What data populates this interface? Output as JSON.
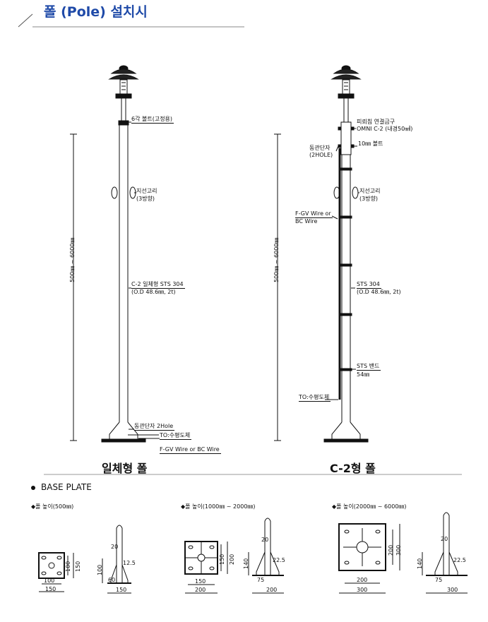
{
  "header": {
    "title": "폴 (Pole) 설치시"
  },
  "left_pole": {
    "caption": "일체형 폴",
    "height_range": "500㎜ ~ 6000㎜",
    "labels": {
      "bolt": "6각 볼트(고정용)",
      "guy_ring_1": "지선고리",
      "guy_ring_2": "(3방향)",
      "material_1": "C-2 일체형 STS 304",
      "material_2": "(O.D 48.6㎜, 2t)",
      "terminal": "동관단자 2Hole",
      "conductor": "TO:수평도체",
      "wire": "F-GV Wire or BC Wire"
    }
  },
  "right_pole": {
    "caption": "C-2형 폴",
    "height_range": "500㎜ ~ 6000㎜",
    "labels": {
      "connector_1": "피뢰침 연결금구",
      "connector_2": "OMNI C-2 (내경50㎟)",
      "bolt": "10㎜ 볼트",
      "terminal_1": "동관단자",
      "terminal_2": "(2HOLE)",
      "guy_ring_1": "지선고리",
      "guy_ring_2": "(3방향)",
      "wire_1": "F-GV Wire or",
      "wire_2": "BC Wire",
      "material_1": "STS 304",
      "material_2": "(O.D 48.6㎜, 2t)",
      "band_1": "STS 밴드",
      "band_2": "54㎜",
      "conductor": "TO:수평도체"
    }
  },
  "base_plate": {
    "section_title": "BASE PLATE",
    "plates": [
      {
        "heading": "폴 높이(500㎜)",
        "plan": {
          "inner": "100",
          "outer": "150",
          "inner_v": "100",
          "outer_v": "150"
        },
        "side": {
          "h": "100",
          "gap": "20",
          "hole": "60",
          "width": "150",
          "t": "12.5"
        }
      },
      {
        "heading": "폴 높이(1000㎜ ~ 2000㎜)",
        "plan": {
          "inner": "150",
          "outer": "200",
          "inner_v": "150",
          "outer_v": "200"
        },
        "side": {
          "h": "140",
          "gap": "20",
          "hole": "75",
          "width": "200",
          "t": "22.5"
        }
      },
      {
        "heading": "폴 높이(2000㎜ ~ 6000㎜)",
        "plan": {
          "inner": "200",
          "outer": "300",
          "inner_v": "200",
          "outer_v": "300"
        },
        "side": {
          "h": "140",
          "gap": "20",
          "hole": "75",
          "width": "300",
          "t": "22.5"
        }
      }
    ]
  }
}
